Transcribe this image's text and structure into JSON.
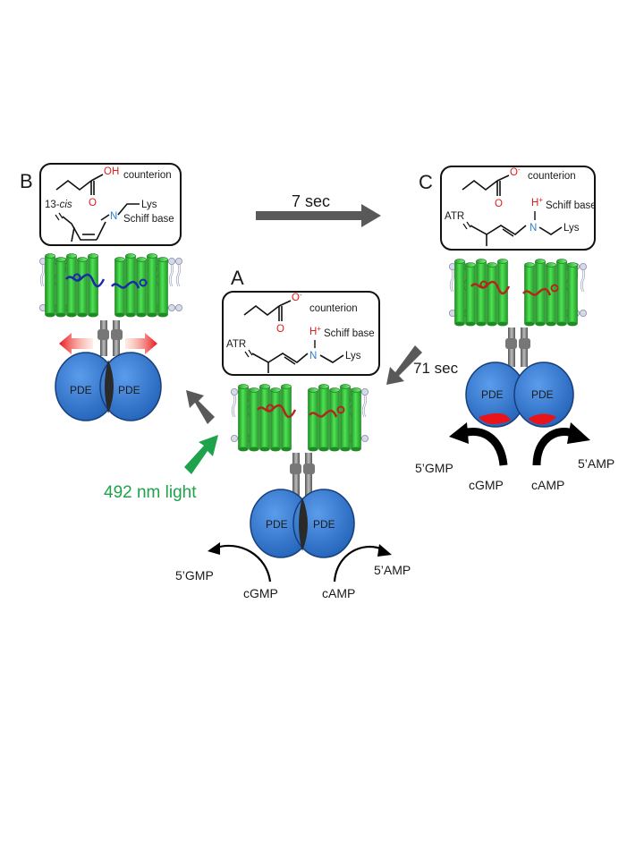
{
  "panels": {
    "A": {
      "label": "A",
      "counterion": "counterion",
      "oxygen": "O",
      "oxygen_charge": "-",
      "proton": "H",
      "proton_charge": "+",
      "schiff": "Schiff base",
      "nitrogen": "N",
      "lys": "Lys",
      "retinal": "ATR",
      "pde_left": "PDE",
      "pde_right": "PDE",
      "gmp_product": "5’GMP",
      "gmp_substrate": "cGMP",
      "amp_substrate": "cAMP",
      "amp_product": "5’AMP"
    },
    "B": {
      "label": "B",
      "counterion": "counterion",
      "hydroxyl": "OH",
      "oxygen": "O",
      "nitrogen": "N",
      "lys": "Lys",
      "schiff": "Schiff base",
      "retinal_prefix": "13-",
      "retinal_italic": "cis",
      "pde_left": "PDE",
      "pde_right": "PDE"
    },
    "C": {
      "label": "C",
      "counterion": "counterion",
      "oxygen": "O",
      "oxygen_charge": "-",
      "proton": "H",
      "proton_charge": "+",
      "schiff": "Schiff base",
      "nitrogen": "N",
      "lys": "Lys",
      "retinal": "ATR",
      "pde_left": "PDE",
      "pde_right": "PDE",
      "gmp_product": "5’GMP",
      "gmp_substrate": "cGMP",
      "amp_substrate": "cAMP",
      "amp_product": "5’AMP"
    }
  },
  "transitions": {
    "b_to_c": "7 sec",
    "c_to_a": "71 sec",
    "light": "492 nm light"
  },
  "colors": {
    "helix": "#35d23a",
    "pde": "#2f78d4",
    "active_site": "#e8141a",
    "retinal_cis": "#1b2aa8",
    "retinal_trans": "#b3261e",
    "light_arrow": "#1ea24a",
    "gray_arrow": "#595959",
    "heteroatom_o": "#e21b1b",
    "heteroatom_n": "#2a7fd0"
  }
}
